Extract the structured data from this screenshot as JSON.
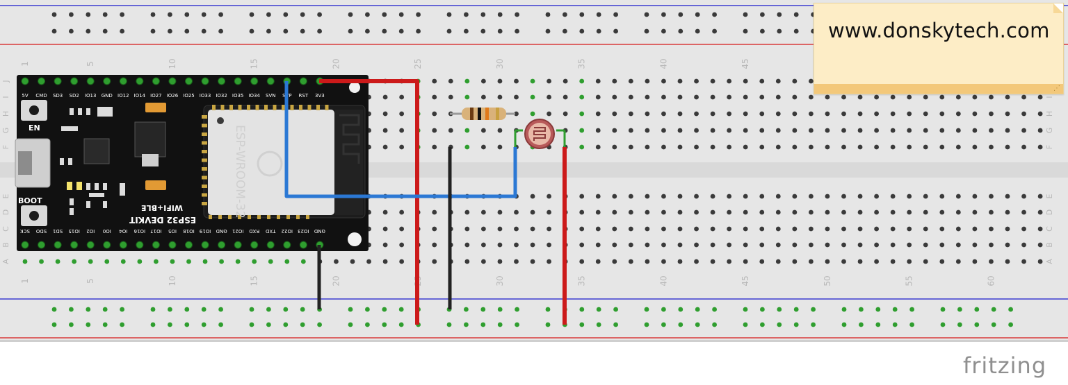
{
  "note": {
    "text": "www.donskytech.com"
  },
  "brand": {
    "text": "fritzing"
  },
  "breadboard": {
    "row_letters_top": [
      "J",
      "I",
      "H",
      "G",
      "F"
    ],
    "row_letters_bottom": [
      "E",
      "D",
      "C",
      "B",
      "A"
    ],
    "column_numbers": [
      "1",
      "5",
      "10",
      "15",
      "20",
      "25",
      "30",
      "35",
      "40",
      "45",
      "50",
      "55",
      "60"
    ]
  },
  "board": {
    "name": "ESP32 DEVKIT",
    "subtitle": "WIFI+BLE",
    "module_text": "ESP-WROOM-32",
    "en_label": "EN",
    "boot_label": "BOOT",
    "top_pins": [
      "5V",
      "CMD",
      "SD3",
      "SD2",
      "IO13",
      "GND",
      "IO12",
      "IO14",
      "IO27",
      "IO26",
      "IO25",
      "IO33",
      "IO32",
      "IO35",
      "IO34",
      "SVN",
      "SVP",
      "RST",
      "3V3"
    ],
    "bottom_pins": [
      "SCK",
      "SDO",
      "SD1",
      "IO15",
      "IO2",
      "IO0",
      "IO4",
      "IO16",
      "IO17",
      "IO5",
      "IO18",
      "IO19",
      "GND",
      "IO21",
      "RXD",
      "TXD",
      "IO22",
      "IO23",
      "GND"
    ]
  },
  "colors": {
    "wire_red": "#cc1a1a",
    "wire_blue": "#2b78d4",
    "wire_black": "#222222",
    "rail_red": "#d83a3a",
    "rail_blue": "#3b3bd0",
    "board_black": "#111111",
    "pin_green": "#2f9e2f",
    "breadboard": "#e6e6e6"
  }
}
